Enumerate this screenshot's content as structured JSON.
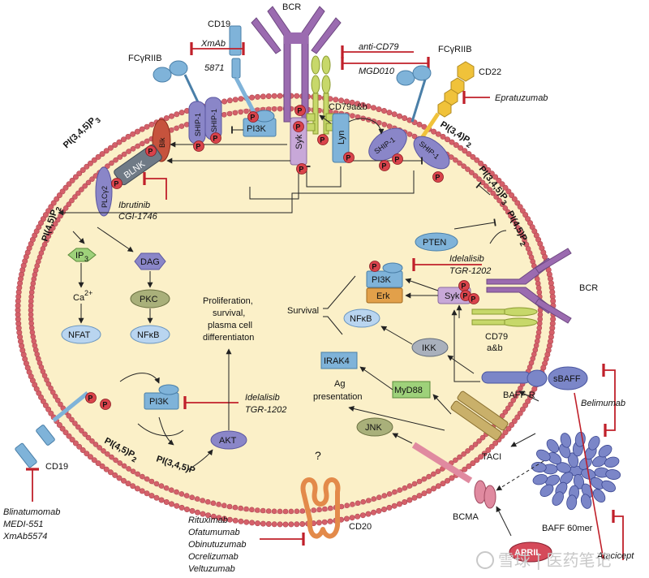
{
  "colors": {
    "cytoplasm": "#fbf0c8",
    "membrane_bead": "#d5606a",
    "membrane_outline": "#b04a52",
    "bcr": "#9b6bb0",
    "cd79": "#c7d86a",
    "syk": "#c8a8d8",
    "pi3k": "#7fb3d9",
    "phospho": "#d9434b",
    "inhibitor": "#c0202a",
    "green_node": "#9ed17a",
    "purple_node": "#8a86c8",
    "blue_node": "#b9d5f0",
    "grey_node": "#a9b07a",
    "baff": "#7b86c8"
  },
  "labels": {
    "bcr_top": "BCR",
    "bcr_right": "BCR",
    "cd19_top": "CD19",
    "cd19_bottom": "CD19",
    "fcgr_left": "FCγRIIB",
    "fcgr_right": "FCγRIIB",
    "cd22": "CD22",
    "cd79ab_top": "CD79a&b",
    "cd79_right_1": "CD79",
    "cd79_right_2": "a&b",
    "cd20": "CD20",
    "cd20_q": "?",
    "baffr": "BAFF-R",
    "taci": "TACI",
    "bcma": "BCMA",
    "baff60": "BAFF 60mer",
    "april": "APRIL",
    "sbaff": "sBAFF"
  },
  "lipids": {
    "pip3_top": "PI(3,4,5)P",
    "pip2_right": "PI(3,4)P",
    "pip3_right": "PI(3,4,5)P",
    "pip2_right2": "PI(4,5)P",
    "pip2_left": "PI(4,5)P",
    "pip2_bottom": "PI(4,5)P",
    "pip3_bottom": "PI(3,4,5)P"
  },
  "nodes": {
    "ship1_a": "SHIP-1",
    "ship1_b": "SHIP-1",
    "ship1_c": "SHIP-1",
    "ship1_d": "SHIP-1",
    "pi3k_top": "PI3K",
    "pi3k_right": "PI3K",
    "pi3k_bottom": "PI3K",
    "syk_top": "Syk",
    "syk_right": "Syk",
    "lyn": "Lyn",
    "blk": "Blk",
    "blnk": "BLNK",
    "plcg2": "PLCγ2",
    "ip3": "IP",
    "ip3_sub": "3",
    "ca": "Ca",
    "ca_sup": "2+",
    "nfat": "NFAT",
    "dag": "DAG",
    "pkc": "PKC",
    "nfkb_left": "NFκB",
    "nfkb_right": "NFκB",
    "pten": "PTEN",
    "erk": "Erk",
    "ikk": "IKK",
    "irak4": "IRAK4",
    "myd88": "MyD88",
    "jnk": "JNK",
    "akt": "AKT",
    "p": "P"
  },
  "text": {
    "survival": "Survival",
    "prolif_1": "Proliferation,",
    "prolif_2": "survival,",
    "prolif_3": "plasma cell",
    "prolif_4": "differentiaton",
    "ag_1": "Ag",
    "ag_2": "presentation"
  },
  "drugs": {
    "xmab_1": "XmAb",
    "xmab_2": "5871",
    "anti_cd79": "anti-CD79",
    "mgd010": "MGD010",
    "epratuzumab": "Epratuzumab",
    "ibrutinib": "Ibrutinib",
    "cgi1746": "CGI-1746",
    "idelalisib_r": "Idelalisib",
    "tgr_r": "TGR-1202",
    "idelalisib_b": "Idelalisib",
    "tgr_b": "TGR-1202",
    "belimumab": "Belimumab",
    "atacicept": "Atacicept",
    "blinatumomab": "Blinatumomab",
    "medi551": "MEDI-551",
    "xmab5574": "XmAb5574",
    "rituximab": "Rituximab",
    "ofatumumab": "Ofatumumab",
    "obinutuzumab": "Obinutuzumab",
    "ocrelizumab": "Ocrelizumab",
    "veltuzumab": "Veltuzumab"
  },
  "watermark": "雪球 | 医药笔记",
  "watermark_icon": "snowball-logo-icon"
}
